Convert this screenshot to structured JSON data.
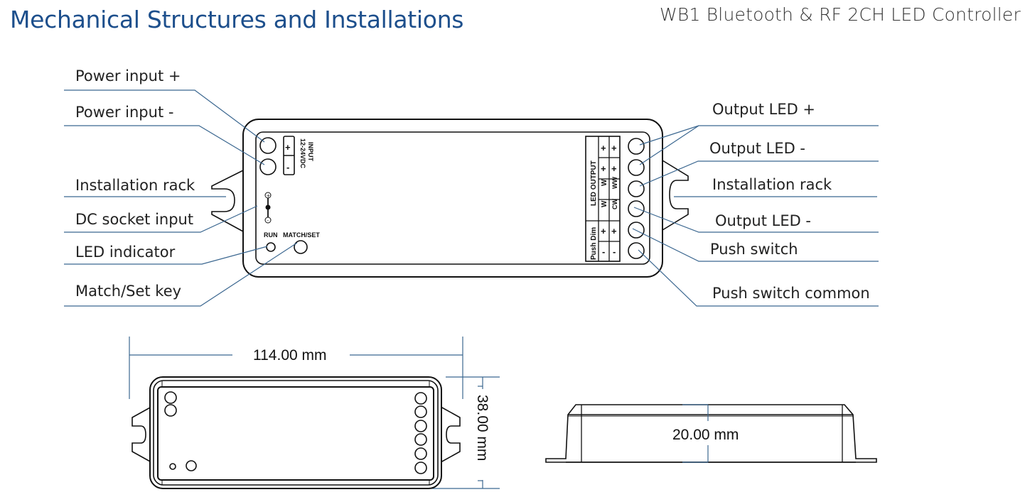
{
  "header": {
    "title": "Mechanical Structures and Installations",
    "product": "WB1 Bluetooth & RF 2CH LED Controller"
  },
  "callouts_left": [
    {
      "label": "Power input +"
    },
    {
      "label": "Power input -"
    },
    {
      "label": "Installation rack"
    },
    {
      "label": "DC socket input"
    },
    {
      "label": "LED indicator"
    },
    {
      "label": "Match/Set key"
    }
  ],
  "callouts_right": [
    {
      "label": "Output LED +"
    },
    {
      "label": "Output LED -"
    },
    {
      "label": "Installation rack"
    },
    {
      "label": "Output LED -"
    },
    {
      "label": "Push switch"
    },
    {
      "label": "Push switch common"
    }
  ],
  "device": {
    "input_title": "INPUT",
    "input_voltage": "12-24VDC",
    "input_plus": "+",
    "input_minus": "-",
    "run_label": "RUN",
    "match_label": "MATCH/SET",
    "dc_plus": "+",
    "dc_minus": "-",
    "output_title": "LED OUTPUT",
    "push_title": "Push Dim",
    "terminal_col1": [
      "+",
      "+",
      "W",
      "W",
      "+",
      "-"
    ],
    "terminal_col2": [
      "+",
      "+",
      "WW",
      "CW",
      "+",
      "-"
    ]
  },
  "dimensions": {
    "length": "114.00 mm",
    "width": "38.00 mm",
    "height": "20.00 mm"
  }
}
